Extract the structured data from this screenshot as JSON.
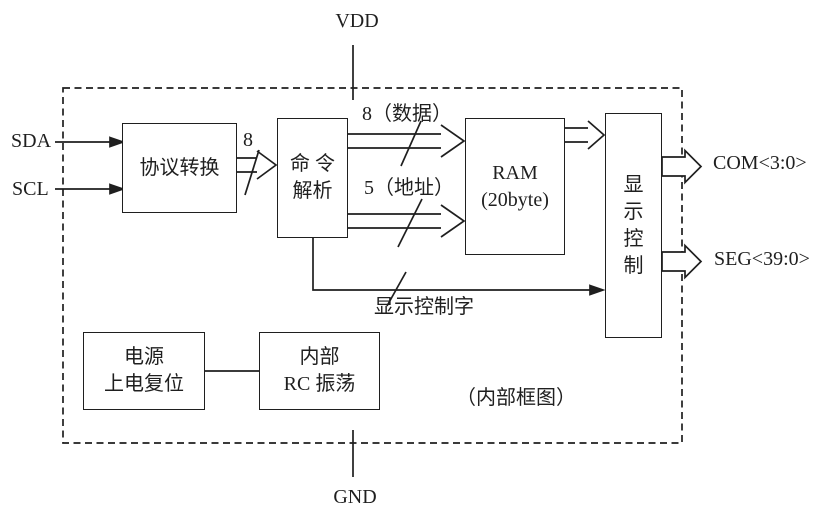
{
  "labels": {
    "vdd": "VDD",
    "gnd": "GND",
    "sda": "SDA",
    "scl": "SCL",
    "com_out": "COM<3:0>",
    "seg_out": "SEG<39:0>",
    "bus_width_8": "8",
    "data_bus": "8（数据）",
    "addr_bus": "5（地址）",
    "ctrl_word": "显示控制字",
    "caption": "（内部框图）"
  },
  "blocks": {
    "protocol": {
      "label": "协议转换"
    },
    "command": {
      "line1": "命 令",
      "line2": "解析"
    },
    "ram": {
      "line1": "RAM",
      "line2": "(20byte)"
    },
    "display_ctrl": {
      "label": "显示控制"
    },
    "power_on_reset": {
      "line1": "电源",
      "line2": "上电复位"
    },
    "rc_osc": {
      "line1": "内部",
      "line2": "RC 振荡"
    }
  },
  "colors": {
    "line": "#1f1f1f",
    "background": "#ffffff"
  }
}
